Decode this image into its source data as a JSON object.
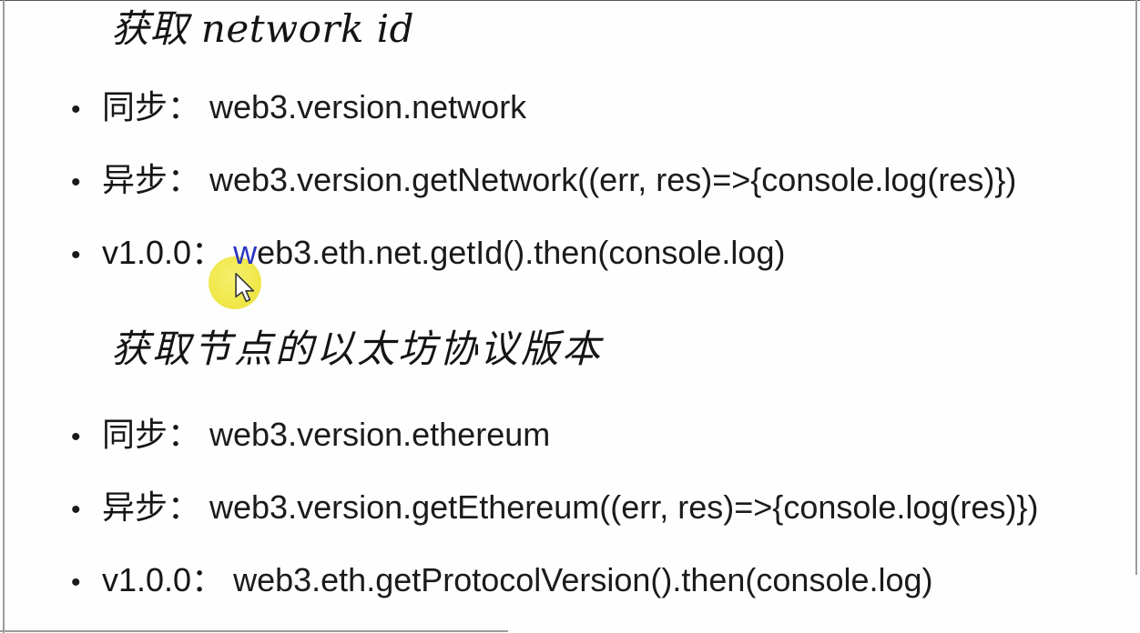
{
  "slide": {
    "bullet_glyph": "•",
    "text_color": "#1b1b1b",
    "sections": [
      {
        "title": "获取 network id",
        "items": [
          {
            "label": "同步：",
            "code": "web3.version.network"
          },
          {
            "label": "异步：",
            "code": "web3.version.getNetwork((err, res)=>{console.log(res)})"
          },
          {
            "label": "v1.0.0：",
            "code": "web3.eth.net.getId().then(console.log)"
          }
        ]
      },
      {
        "title": "获取节点的以太坊协议版本",
        "items": [
          {
            "label": "同步：",
            "code": "web3.version.ethereum"
          },
          {
            "label": "异步：",
            "code": "web3.version.getEthereum((err, res)=>{console.log(res)})"
          },
          {
            "label": "v1.0.0：",
            "code": "web3.eth.getProtocolVersion().then(console.log)"
          }
        ]
      }
    ]
  },
  "cursor": {
    "highlight_color": "#f0e84c",
    "pointer_kind": "arrow-cursor"
  }
}
